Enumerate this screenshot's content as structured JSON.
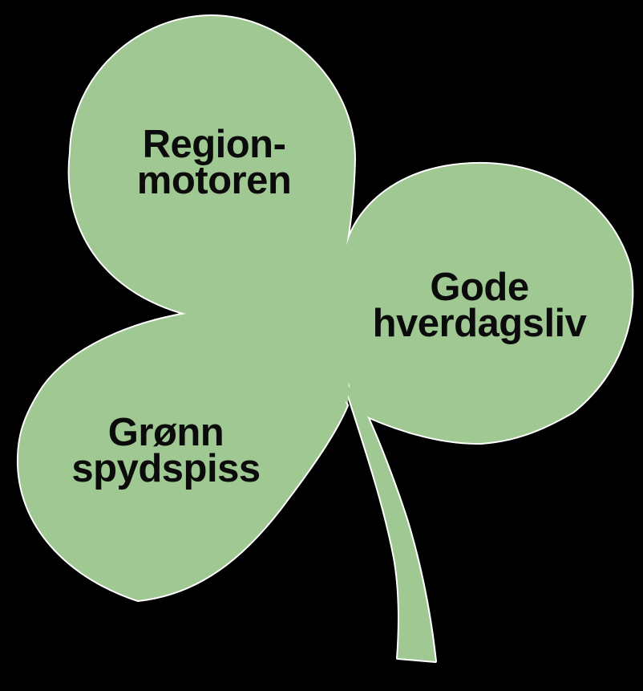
{
  "diagram": {
    "background": "#000000",
    "clover": {
      "shape": "three-leaf-clover-with-stem",
      "fill": "#A0C893",
      "outline": "#FFFFFF",
      "text_color": "#0B0B0B",
      "leaves": [
        {
          "id": "region-motoren",
          "lines": [
            "Region-",
            "motoren"
          ]
        },
        {
          "id": "gode-hverdagsliv",
          "lines": [
            "Gode",
            "hverdagsliv"
          ]
        },
        {
          "id": "gronn-spydspiss",
          "lines": [
            "Grønn",
            "spydspiss"
          ]
        }
      ]
    }
  }
}
